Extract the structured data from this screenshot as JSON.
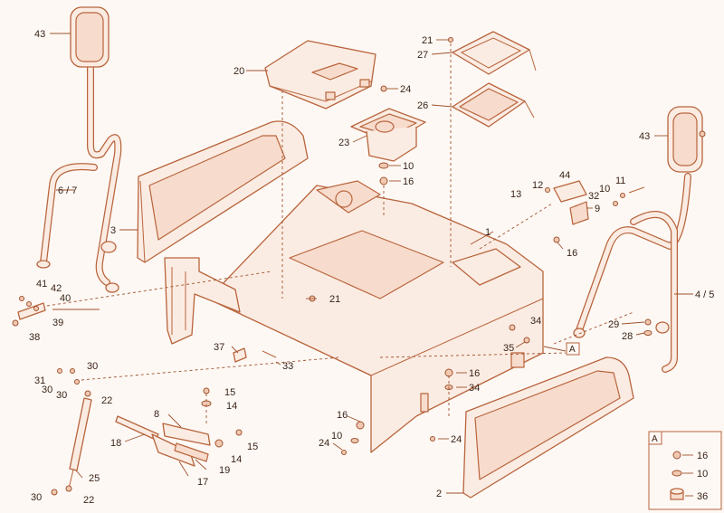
{
  "callouts": {
    "c43a": "43",
    "c20": "20",
    "c21a": "21",
    "c27": "27",
    "c24a": "24",
    "c26": "26",
    "c23": "23",
    "c10a": "10",
    "c16a": "16",
    "c43b": "43",
    "c67": "6 / 7",
    "c3": "3",
    "c44": "44",
    "c11": "11",
    "c12": "12",
    "c10b": "10",
    "c13": "13",
    "c32": "32",
    "c9": "9",
    "c16b": "16",
    "c1": "1",
    "c41": "41",
    "c42": "42",
    "c40": "40",
    "c39": "39",
    "c38": "38",
    "c21b": "21",
    "c45": "4 / 5",
    "c34a": "34",
    "c29": "29",
    "c28": "28",
    "c35": "35",
    "c37": "37",
    "c33": "33",
    "c31": "31",
    "c30a": "30",
    "c30b": "30",
    "c30c": "30",
    "c22a": "22",
    "c16c": "16",
    "c34b": "34",
    "c15a": "15",
    "c14a": "14",
    "c8": "8",
    "c16d": "16",
    "c10c": "10",
    "c24b": "24",
    "c18": "18",
    "c15b": "15",
    "c14b": "14",
    "c19": "19",
    "c24c": "24",
    "c17": "17",
    "c25": "25",
    "c30d": "30",
    "c22b": "22",
    "c2": "2"
  },
  "detail_a": {
    "marker": "A",
    "box_label": "A",
    "items": {
      "i16": "16",
      "i10": "10",
      "i36": "36"
    }
  }
}
